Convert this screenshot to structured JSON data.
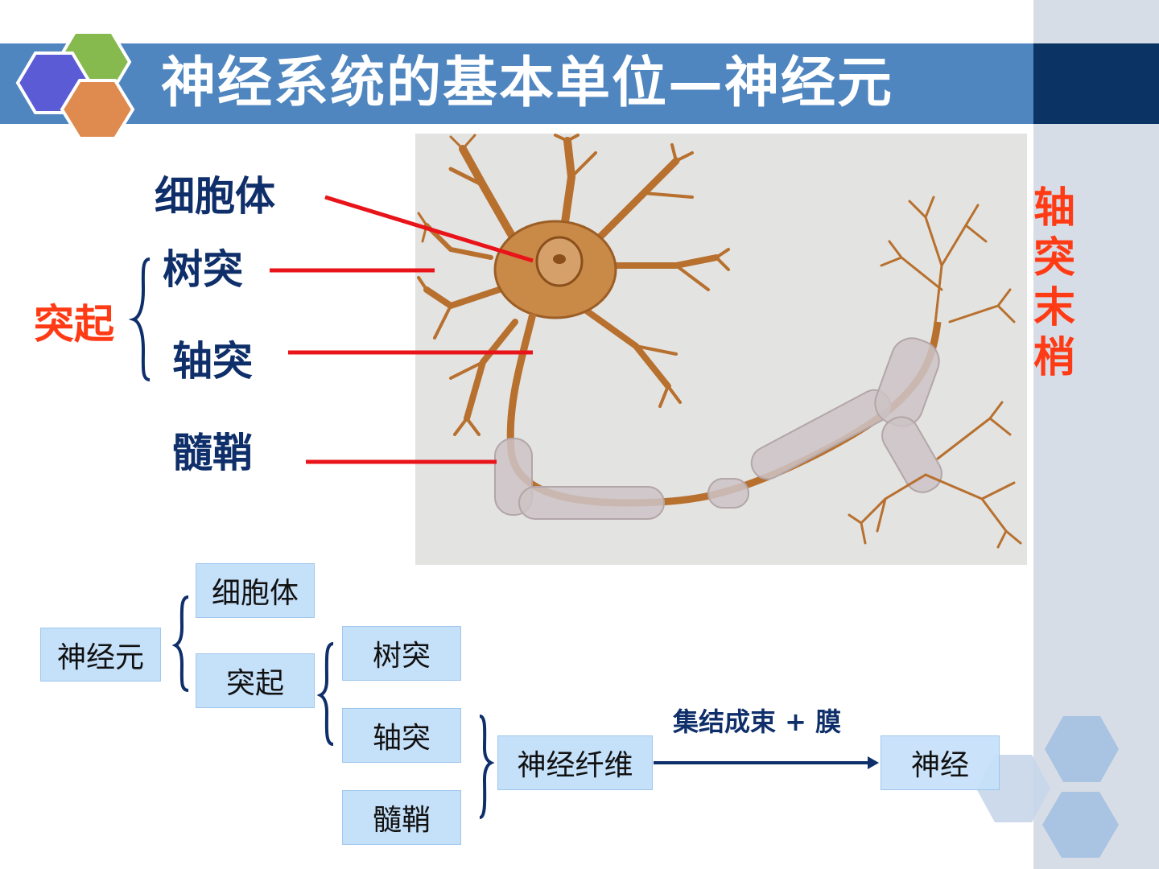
{
  "title": "神经系统的基本单位—神经元",
  "colors": {
    "title_bar": "#4f86c0",
    "title_bar_dark": "#0b3363",
    "label_blue": "#0f2f6a",
    "label_red": "#ff3b16",
    "pointer_line": "#e8141a",
    "box_fill": "#c5e0f9",
    "hex_blue": "#5b5bd6",
    "hex_green": "#86b94e",
    "hex_orange": "#df8a4e"
  },
  "diagram": {
    "labels": {
      "cell_body": "细胞体",
      "dendrite": "树突",
      "process": "突起",
      "axon": "轴突",
      "myelin": "髓鞘",
      "axon_terminal": "轴突末梢"
    }
  },
  "tree": {
    "root": "神经元",
    "cell_body": "细胞体",
    "process": "突起",
    "dendrite": "树突",
    "axon": "轴突",
    "myelin": "髓鞘",
    "nerve_fiber": "神经纤维",
    "arrow_caption": "集结成束 + 膜",
    "nerve": "神经"
  }
}
